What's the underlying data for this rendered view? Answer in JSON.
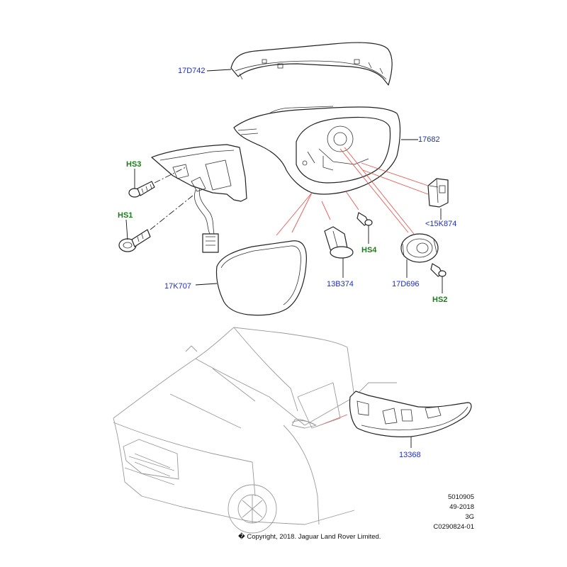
{
  "parts": {
    "p17D742": "17D742",
    "p17682": "17682",
    "pHS3": "HS3",
    "pHS1": "HS1",
    "p15K874": "<15K874",
    "pHS4": "HS4",
    "p17K707": "17K707",
    "p13B374": "13B374",
    "p17D696": "17D696",
    "pHS2": "HS2",
    "p13368": "13368"
  },
  "footer": {
    "ref_line1": "5010905",
    "ref_line2": "49-2018",
    "ref_line3": "3G",
    "ref_line4": "C0290824-01",
    "copyright": "� Copyright, 2018. Jaguar Land Rover Limited."
  },
  "colors": {
    "part_number": "#1f2fbf",
    "fastener_code": "#1d7a1d",
    "callout_line": "#e45a5a"
  }
}
